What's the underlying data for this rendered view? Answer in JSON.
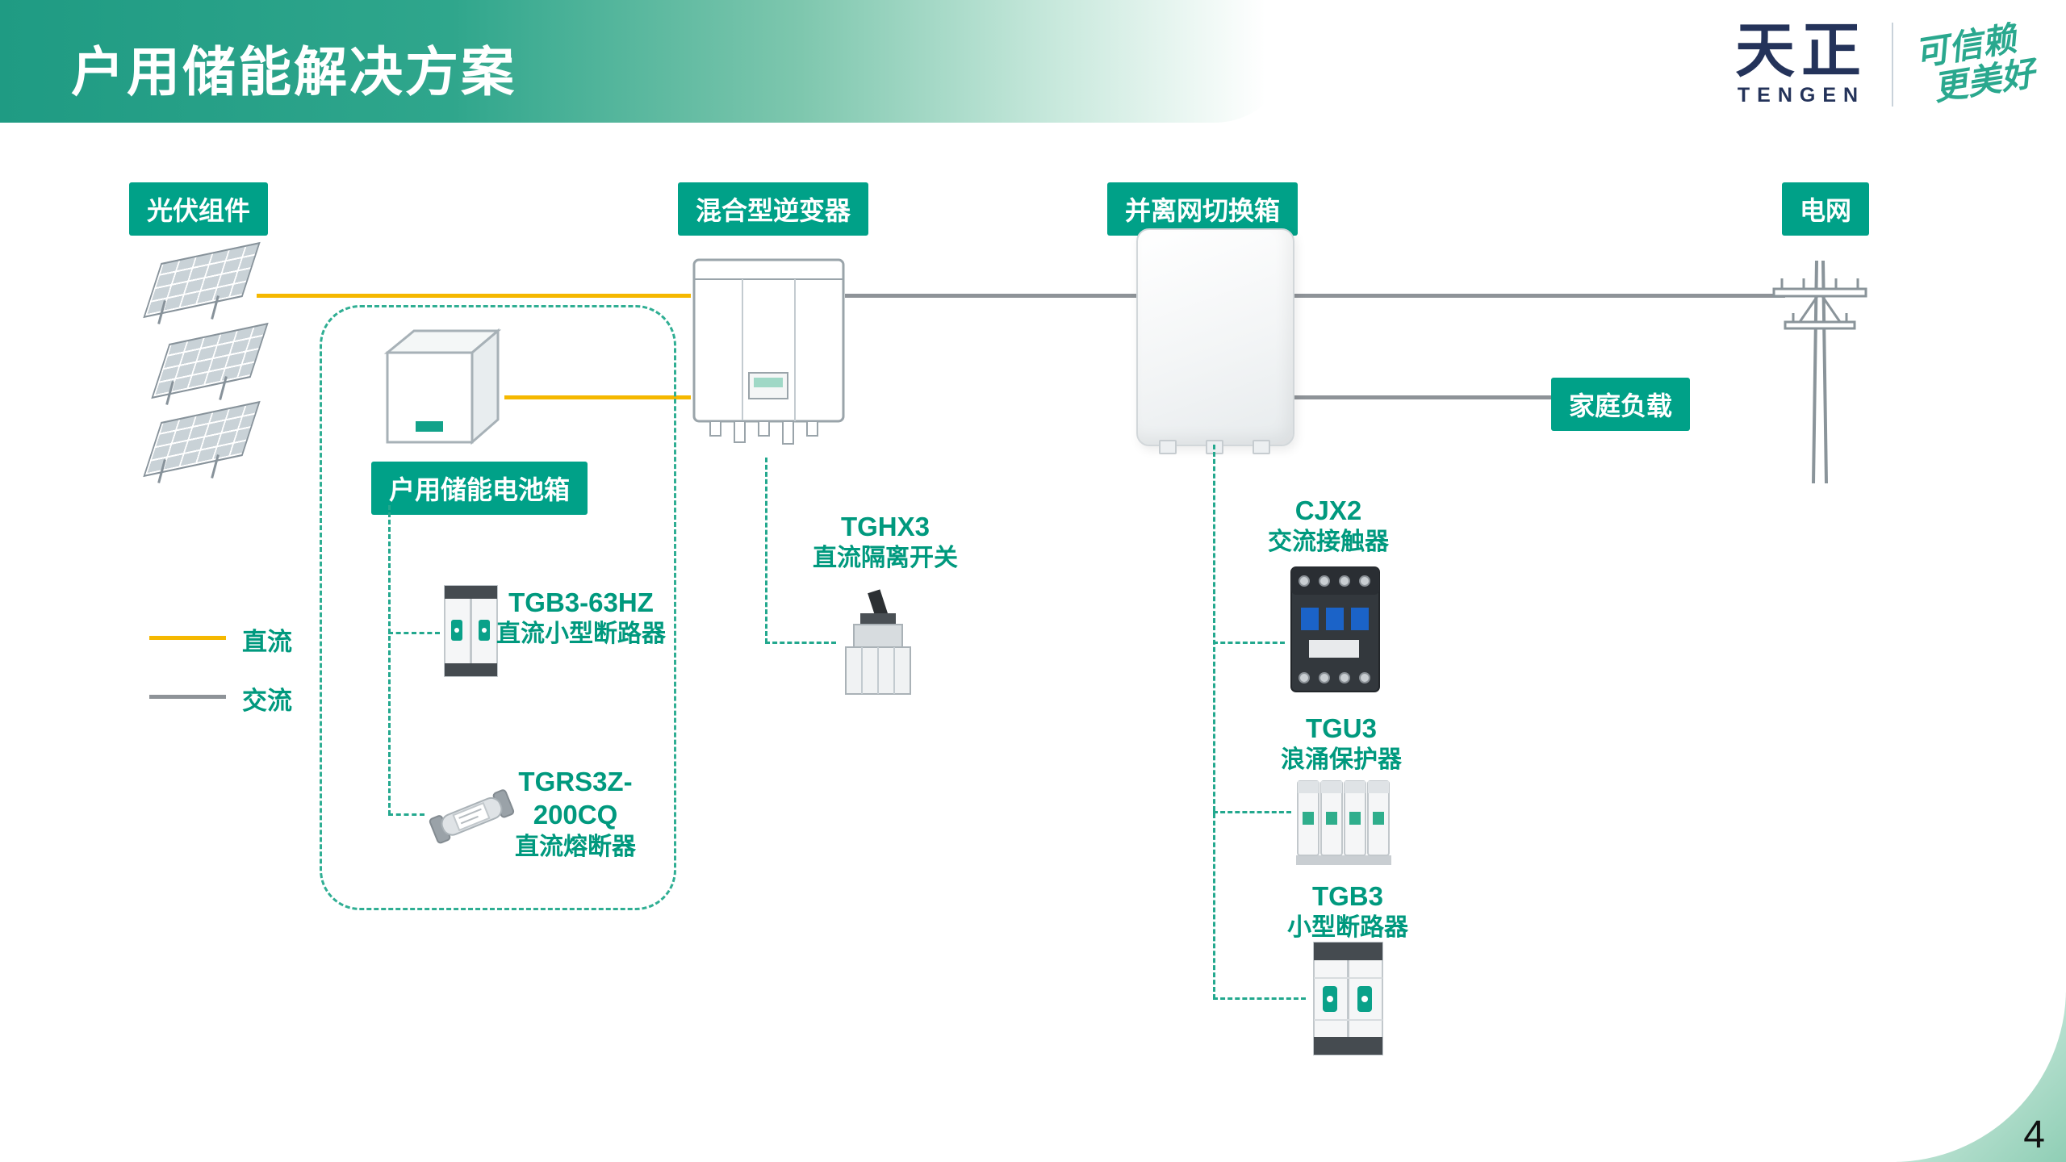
{
  "header": {
    "title": "户用储能解决方案"
  },
  "brand": {
    "name_cn": "天正",
    "name_en": "TENGEN",
    "slogan_line1": "可信赖",
    "slogan_line2": "更美好"
  },
  "nodes": {
    "pv": "光伏组件",
    "battery_box": "户用储能电池箱",
    "inverter": "混合型逆变器",
    "switch_box": "并离网切换箱",
    "grid": "电网",
    "home_load": "家庭负载"
  },
  "legend": {
    "dc_label": "直流",
    "ac_label": "交流"
  },
  "products": [
    {
      "id": "tgb3_63hz",
      "model": "TGB3-63HZ",
      "desc": "直流小型断路器"
    },
    {
      "id": "tgrs3z",
      "model_line1": "TGRS3Z-",
      "model_line2": "200CQ",
      "desc": "直流熔断器"
    },
    {
      "id": "tghx3",
      "model": "TGHX3",
      "desc": "直流隔离开关"
    },
    {
      "id": "cjx2",
      "model": "CJX2",
      "desc": "交流接触器"
    },
    {
      "id": "tgu3",
      "model": "TGU3",
      "desc": "浪涌保护器"
    },
    {
      "id": "tgb3",
      "model": "TGB3",
      "desc": "小型断路器"
    }
  ],
  "page": {
    "number": "4"
  },
  "colors": {
    "accent": "#00a188",
    "dc_line": "#f5b800",
    "ac_line": "#8e9398",
    "dashed": "#23a88e",
    "product_text": "#00997e",
    "logo_navy": "#24335a"
  }
}
